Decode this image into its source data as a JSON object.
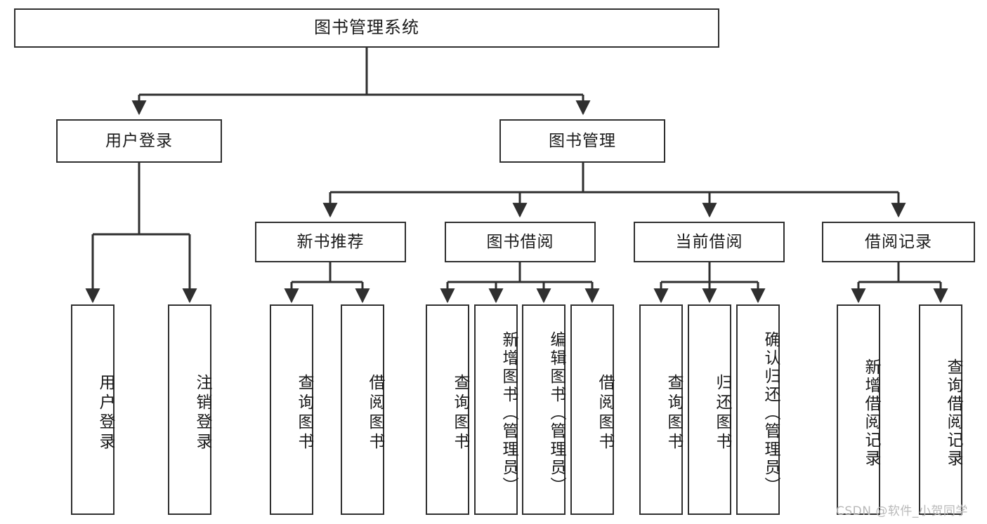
{
  "diagram": {
    "type": "tree-hierarchy",
    "title": "图书管理系统",
    "orientation": "top-down",
    "colors": {
      "box_border": "#2f2f2f",
      "box_fill": "#ffffff",
      "edge": "#2f2f2f",
      "text": "#1a1a1a",
      "watermark": "#b9b9b9",
      "background": "#ffffff"
    },
    "root": {
      "id": "root",
      "label": "图书管理系统"
    },
    "level2": [
      {
        "id": "user-login",
        "label": "用户登录"
      },
      {
        "id": "book-manage",
        "label": "图书管理"
      }
    ],
    "level3": [
      {
        "id": "new-book-rec",
        "label": "新书推荐",
        "parent": "book-manage"
      },
      {
        "id": "book-borrow",
        "label": "图书借阅",
        "parent": "book-manage"
      },
      {
        "id": "current-borrow",
        "label": "当前借阅",
        "parent": "book-manage"
      },
      {
        "id": "borrow-record",
        "label": "借阅记录",
        "parent": "book-manage"
      }
    ],
    "leaves": [
      {
        "id": "leaf-user-login",
        "label": "用户登录",
        "parent": "user-login"
      },
      {
        "id": "leaf-logout",
        "label": "注销登录",
        "parent": "user-login"
      },
      {
        "id": "leaf-query-book-1",
        "label": "查询图书",
        "parent": "new-book-rec"
      },
      {
        "id": "leaf-borrow-book-1",
        "label": "借阅图书",
        "parent": "new-book-rec"
      },
      {
        "id": "leaf-query-book-2",
        "label": "查询图书",
        "parent": "book-borrow"
      },
      {
        "id": "leaf-add-book",
        "label": "新增图书（管理员）",
        "parent": "book-borrow"
      },
      {
        "id": "leaf-edit-book",
        "label": "编辑图书（管理员）",
        "parent": "book-borrow"
      },
      {
        "id": "leaf-borrow-book-2",
        "label": "借阅图书",
        "parent": "book-borrow"
      },
      {
        "id": "leaf-query-book-3",
        "label": "查询图书",
        "parent": "current-borrow"
      },
      {
        "id": "leaf-return-book",
        "label": "归还图书",
        "parent": "current-borrow"
      },
      {
        "id": "leaf-confirm-return",
        "label": "确认归还（管理员）",
        "parent": "current-borrow"
      },
      {
        "id": "leaf-add-record",
        "label": "新增借阅记录",
        "parent": "borrow-record"
      },
      {
        "id": "leaf-query-record",
        "label": "查询借阅记录",
        "parent": "borrow-record"
      }
    ]
  },
  "watermark": {
    "text": "CSDN @软件_小贺同学"
  }
}
